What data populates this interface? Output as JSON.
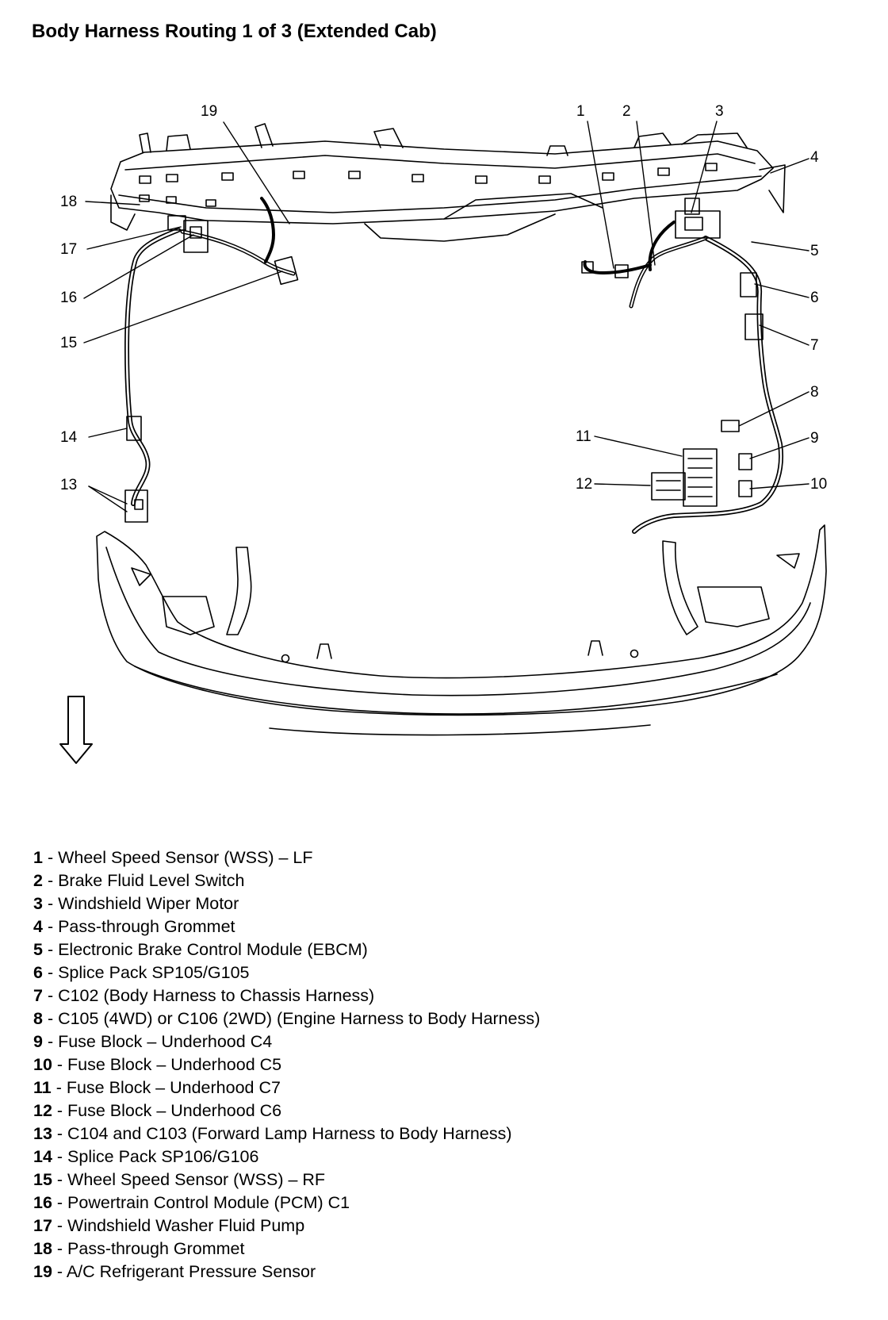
{
  "title": "Body Harness Routing 1 of 3 (Extended Cab)",
  "callouts": [
    "1",
    "2",
    "3",
    "4",
    "5",
    "6",
    "7",
    "8",
    "9",
    "10",
    "11",
    "12",
    "13",
    "14",
    "15",
    "16",
    "17",
    "18",
    "19"
  ],
  "legend": [
    {
      "number": "1",
      "separator": " - ",
      "text": "Wheel Speed Sensor (WSS) – LF"
    },
    {
      "number": "2",
      "separator": " - ",
      "text": "Brake Fluid Level Switch"
    },
    {
      "number": "3",
      "separator": " - ",
      "text": "Windshield Wiper Motor"
    },
    {
      "number": "4",
      "separator": " - ",
      "text": "Pass-through Grommet"
    },
    {
      "number": "5",
      "separator": " - ",
      "text": "Electronic Brake Control Module (EBCM)"
    },
    {
      "number": "6",
      "separator": " - ",
      "text": "Splice Pack SP105/G105"
    },
    {
      "number": "7",
      "separator": " - ",
      "text": "C102 (Body Harness to Chassis Harness)"
    },
    {
      "number": "8",
      "separator": " - ",
      "text": "C105 (4WD) or C106 (2WD) (Engine Harness to Body Harness)"
    },
    {
      "number": "9",
      "separator": " - ",
      "text": "Fuse Block – Underhood C4"
    },
    {
      "number": "10",
      "separator": " - ",
      "text": "Fuse Block – Underhood C5"
    },
    {
      "number": "11",
      "separator": " - ",
      "text": "Fuse Block – Underhood C7"
    },
    {
      "number": "12",
      "separator": " - ",
      "text": "Fuse Block – Underhood C6"
    },
    {
      "number": "13",
      "separator": " - ",
      "text": "C104 and C103 (Forward Lamp Harness to Body Harness)"
    },
    {
      "number": "14",
      "separator": " - ",
      "text": "Splice Pack SP106/G106"
    },
    {
      "number": "15",
      "separator": " - ",
      "text": "Wheel Speed Sensor (WSS) – RF"
    },
    {
      "number": "16",
      "separator": " - ",
      "text": "Powertrain Control Module (PCM) C1"
    },
    {
      "number": "17",
      "separator": " - ",
      "text": "Windshield Washer Fluid Pump"
    },
    {
      "number": "18",
      "separator": " - ",
      "text": "Pass-through Grommet"
    },
    {
      "number": "19",
      "separator": " - ",
      "text": "A/C Refrigerant Pressure Sensor"
    }
  ]
}
